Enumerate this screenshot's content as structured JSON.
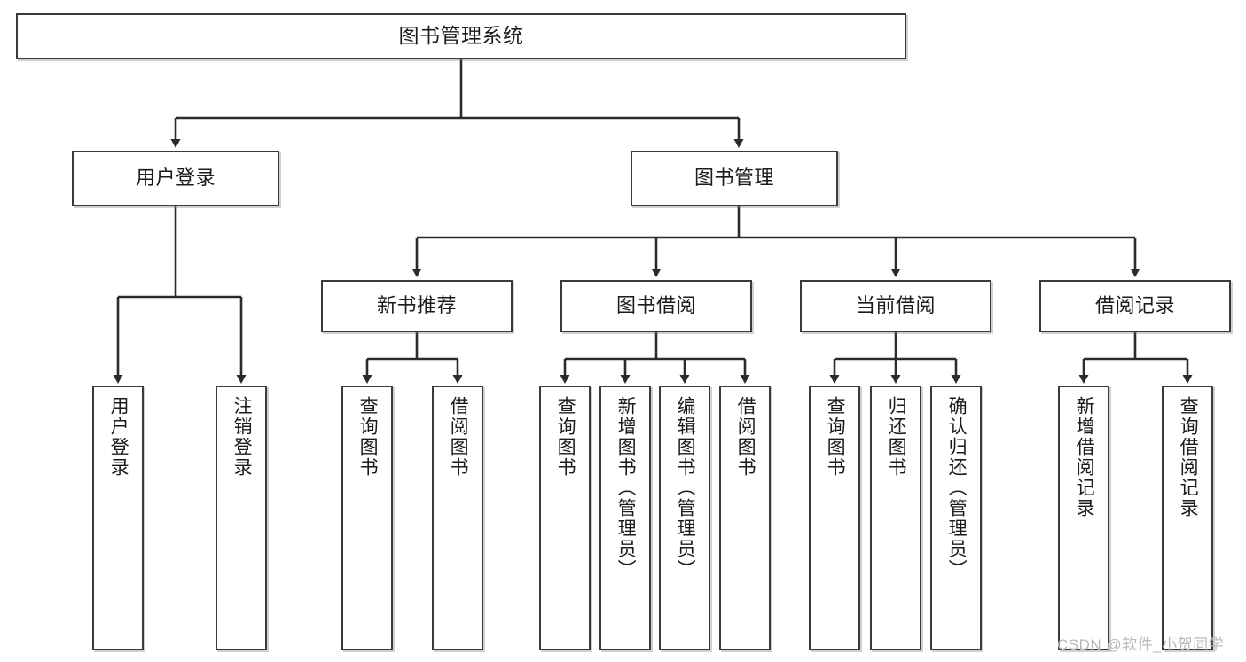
{
  "diagram": {
    "title": "图书管理系统",
    "type": "hierarchy-tree",
    "colors": {
      "box_border": "#3a3a3a",
      "box_fill": "#ffffff",
      "connector": "#2b2b2b",
      "text": "#1b1b1b",
      "watermark": "#b9b9b9"
    },
    "nodes": {
      "root": {
        "label": "图书管理系统",
        "level": 1
      },
      "level2": [
        {
          "id": "user-login",
          "label": "用户登录"
        },
        {
          "id": "book-manage",
          "label": "图书管理"
        }
      ],
      "level3": [
        {
          "id": "new-book-recommend",
          "label": "新书推荐",
          "parent": "book-manage"
        },
        {
          "id": "book-borrow",
          "label": "图书借阅",
          "parent": "book-manage"
        },
        {
          "id": "current-borrow",
          "label": "当前借阅",
          "parent": "book-manage"
        },
        {
          "id": "borrow-record",
          "label": "借阅记录",
          "parent": "book-manage"
        }
      ],
      "leaves": [
        {
          "id": "leaf-user-login",
          "label": "用户登录",
          "parent": "user-login"
        },
        {
          "id": "leaf-logout-login",
          "label": "注销登录",
          "parent": "user-login"
        },
        {
          "id": "leaf-query-book-1",
          "label": "查询图书",
          "parent": "new-book-recommend"
        },
        {
          "id": "leaf-borrow-book-1",
          "label": "借阅图书",
          "parent": "new-book-recommend"
        },
        {
          "id": "leaf-query-book-2",
          "label": "查询图书",
          "parent": "book-borrow"
        },
        {
          "id": "leaf-add-book",
          "label": "新增图书（管理员）",
          "parent": "book-borrow"
        },
        {
          "id": "leaf-edit-book",
          "label": "编辑图书（管理员）",
          "parent": "book-borrow"
        },
        {
          "id": "leaf-borrow-book-2",
          "label": "借阅图书",
          "parent": "book-borrow"
        },
        {
          "id": "leaf-query-book-3",
          "label": "查询图书",
          "parent": "current-borrow"
        },
        {
          "id": "leaf-return-book",
          "label": "归还图书",
          "parent": "current-borrow"
        },
        {
          "id": "leaf-confirm-return",
          "label": "确认归还（管理员）",
          "parent": "current-borrow"
        },
        {
          "id": "leaf-add-record",
          "label": "新增借阅记录",
          "parent": "borrow-record"
        },
        {
          "id": "leaf-query-record",
          "label": "查询借阅记录",
          "parent": "borrow-record"
        }
      ]
    },
    "watermark": "CSDN @软件_小贺同学"
  }
}
